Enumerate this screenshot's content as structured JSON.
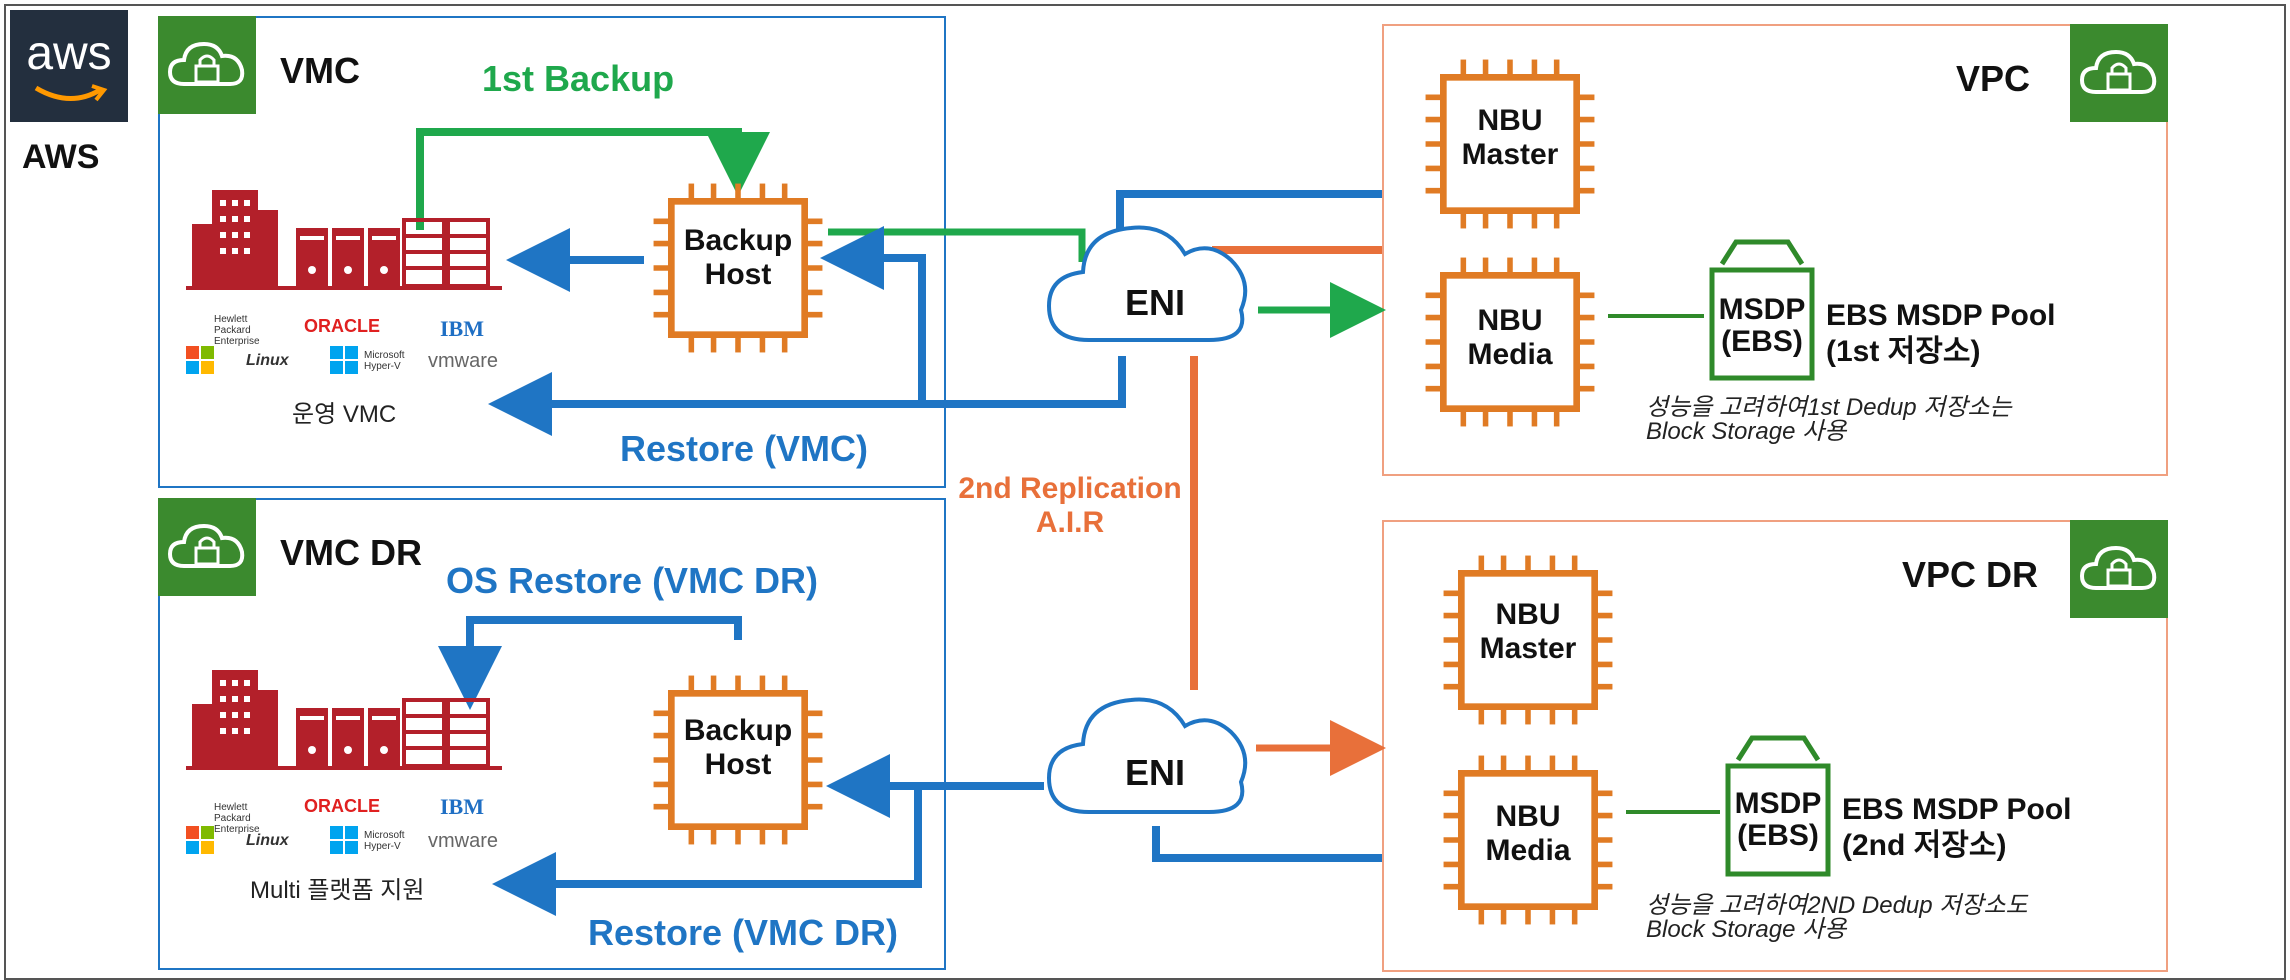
{
  "brand": {
    "logo_text": "aws",
    "label": "AWS"
  },
  "groups": {
    "vmc": {
      "title": "VMC"
    },
    "vmc_dr": {
      "title": "VMC DR"
    },
    "vpc": {
      "title": "VPC"
    },
    "vpc_dr": {
      "title": "VPC DR"
    }
  },
  "flows": {
    "first_backup": "1st Backup",
    "restore_vmc": "Restore (VMC)",
    "os_restore": "OS Restore (VMC DR)",
    "restore_vmc_dr": "Restore (VMC DR)",
    "replication_line1": "2nd Replication",
    "replication_line2": "A.I.R"
  },
  "nodes": {
    "backup_host": {
      "line1": "Backup",
      "line2": "Host"
    },
    "eni": "ENI",
    "nbu_master": {
      "line1": "NBU",
      "line2": "Master"
    },
    "nbu_media": {
      "line1": "NBU",
      "line2": "Media"
    },
    "msdp": {
      "line1": "MSDP",
      "line2": "(EBS)"
    }
  },
  "pools": {
    "first": {
      "line1": "EBS MSDP Pool",
      "line2": "(1st 저장소)",
      "note_line1": "성능을 고려하여1st Dedup 저장소는",
      "note_line2": "Block Storage 사용"
    },
    "second": {
      "line1": "EBS MSDP Pool",
      "line2": "(2nd 저장소)",
      "note_line1": "성능을 고려하여2ND Dedup 저장소도",
      "note_line2": "Block Storage 사용"
    }
  },
  "vendors": {
    "hpe": "Hewlett Packard Enterprise",
    "oracle": "ORACLE",
    "ibm": "IBM",
    "linux": "Linux",
    "hyperv": "Microsoft Hyper-V",
    "vmware": "vmware"
  },
  "captions": {
    "vmc": "운영 VMC",
    "vmc_dr": "Multi 플랫폼 지원"
  },
  "colors": {
    "green": "#1fa84c",
    "blue": "#1f75c4",
    "orange": "#e8703a",
    "chip": "#e07b24",
    "server_red": "#b3202a",
    "aws_dark": "#232f3e",
    "group_green": "#3b8a2e"
  }
}
